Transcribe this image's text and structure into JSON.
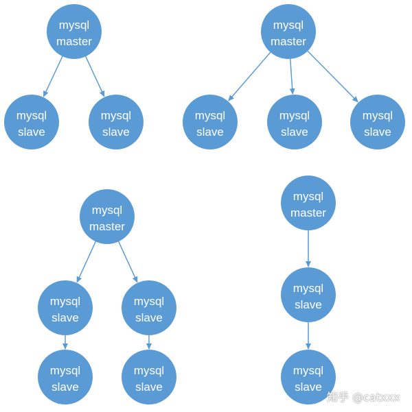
{
  "diagrams": [
    {
      "id": "tree-two-slaves",
      "nodes": [
        {
          "id": "m1",
          "lines": [
            "mysql",
            "master"
          ]
        },
        {
          "id": "s1a",
          "lines": [
            "mysql",
            "slave"
          ]
        },
        {
          "id": "s1b",
          "lines": [
            "mysql",
            "slave"
          ]
        }
      ],
      "edges": [
        [
          "m1",
          "s1a"
        ],
        [
          "m1",
          "s1b"
        ]
      ]
    },
    {
      "id": "tree-three-slaves",
      "nodes": [
        {
          "id": "m2",
          "lines": [
            "mysql",
            "master"
          ]
        },
        {
          "id": "s2a",
          "lines": [
            "mysql",
            "slave"
          ]
        },
        {
          "id": "s2b",
          "lines": [
            "mysql",
            "slave"
          ]
        },
        {
          "id": "s2c",
          "lines": [
            "mysql",
            "slave"
          ]
        }
      ],
      "edges": [
        [
          "m2",
          "s2a"
        ],
        [
          "m2",
          "s2b"
        ],
        [
          "m2",
          "s2c"
        ]
      ]
    },
    {
      "id": "tree-cascade",
      "nodes": [
        {
          "id": "m3",
          "lines": [
            "mysql",
            "master"
          ]
        },
        {
          "id": "s3a",
          "lines": [
            "mysql",
            "slave"
          ]
        },
        {
          "id": "s3b",
          "lines": [
            "mysql",
            "slave"
          ]
        },
        {
          "id": "s3c",
          "lines": [
            "mysql",
            "slave"
          ]
        },
        {
          "id": "s3d",
          "lines": [
            "mysql",
            "slave"
          ]
        }
      ],
      "edges": [
        [
          "m3",
          "s3a"
        ],
        [
          "m3",
          "s3b"
        ],
        [
          "s3a",
          "s3c"
        ],
        [
          "s3b",
          "s3d"
        ]
      ]
    },
    {
      "id": "chain",
      "nodes": [
        {
          "id": "m4",
          "lines": [
            "mysql",
            "master"
          ]
        },
        {
          "id": "s4a",
          "lines": [
            "mysql",
            "slave"
          ]
        },
        {
          "id": "s4b",
          "lines": [
            "mysql",
            "slave"
          ]
        }
      ],
      "edges": [
        [
          "m4",
          "s4a"
        ],
        [
          "s4a",
          "s4b"
        ]
      ]
    }
  ],
  "watermark": "知乎 @catxxx",
  "colors": {
    "node": "#5b9bd5",
    "edge": "#5b9bd5",
    "text": "#ffffff"
  }
}
